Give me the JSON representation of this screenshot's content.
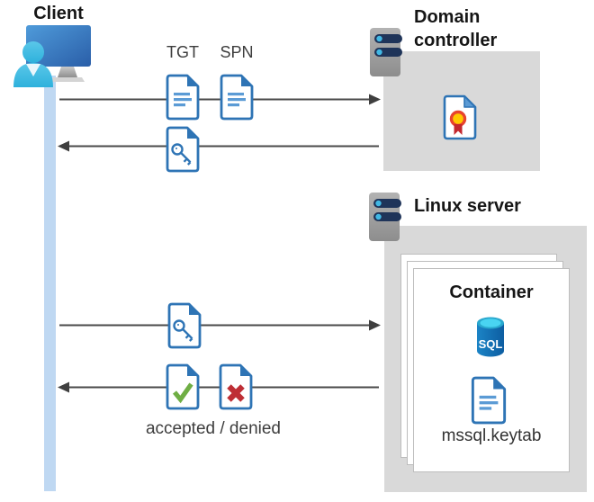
{
  "client": {
    "label": "Client"
  },
  "domain_controller": {
    "label": "Domain controller"
  },
  "linux_server": {
    "label": "Linux server"
  },
  "container": {
    "title": "Container",
    "sql_label": "SQL",
    "keytab_label": "mssql.keytab"
  },
  "messages": {
    "tgt": "TGT",
    "spn": "SPN",
    "result": "accepted / denied"
  },
  "colors": {
    "document_blue": "#2e74b5",
    "document_line_blue": "#5b9bd5",
    "check_green": "#6fae44",
    "cross_red": "#be2e35",
    "lifeline_blue": "#bfd8f2",
    "box_gray": "#d9d9d9",
    "arrow_gray": "#4a4a4a",
    "sql_body_blue": "#0f6cb4",
    "sql_top_cyan": "#49d4f2",
    "certificate_yellow": "#ffc800",
    "certificate_red": "#e8432d",
    "server_bar_navy": "#1f3459",
    "server_dot_cyan": "#41b8e4"
  }
}
